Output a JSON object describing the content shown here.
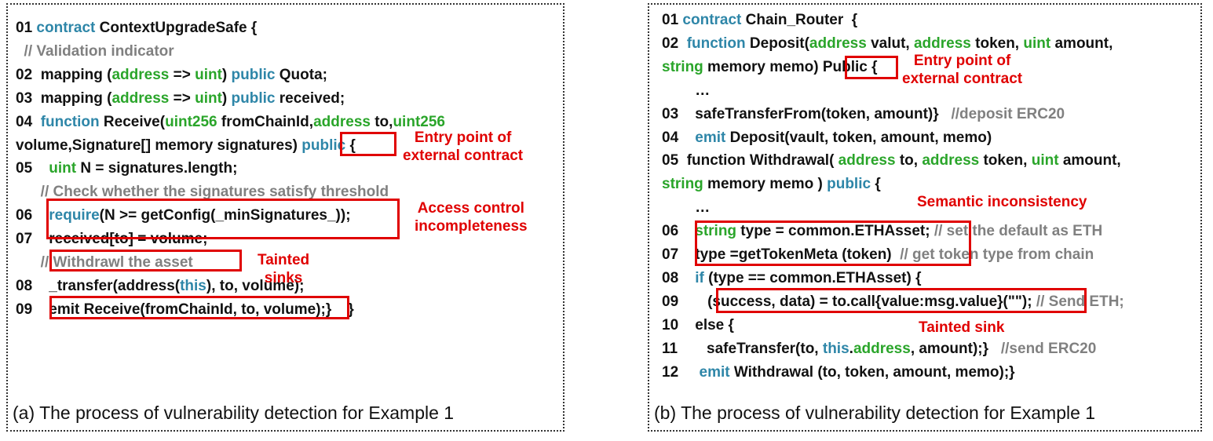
{
  "panel_a": {
    "lines": [
      [
        [
          "01 ",
          ""
        ],
        [
          "contract",
          "kw"
        ],
        [
          " ContextUpgradeSafe {",
          ""
        ]
      ],
      [
        [
          "  // Validation indicator",
          "cm"
        ]
      ],
      [
        [
          "02  mapping (",
          ""
        ],
        [
          "address",
          "ty"
        ],
        [
          " => ",
          ""
        ],
        [
          "uint",
          "ty"
        ],
        [
          ") ",
          ""
        ],
        [
          "public",
          "kw"
        ],
        [
          " Quota;",
          ""
        ]
      ],
      [
        [
          "03  mapping (",
          ""
        ],
        [
          "address",
          "ty"
        ],
        [
          " => ",
          ""
        ],
        [
          "uint",
          "ty"
        ],
        [
          ") ",
          ""
        ],
        [
          "public",
          "kw"
        ],
        [
          " received;",
          ""
        ]
      ],
      [
        [
          "04  ",
          ""
        ],
        [
          "function",
          "kw"
        ],
        [
          " Receive(",
          ""
        ],
        [
          "uint256",
          "ty"
        ],
        [
          " fromChainId,",
          ""
        ],
        [
          "address",
          "ty"
        ],
        [
          " to,",
          ""
        ],
        [
          "uint256",
          "ty"
        ]
      ],
      [
        [
          "volume,Signature[] memory signatures) ",
          ""
        ],
        [
          "public",
          "kw"
        ],
        [
          " {",
          ""
        ]
      ],
      [
        [
          "05    ",
          ""
        ],
        [
          "uint",
          "ty"
        ],
        [
          " N = signatures.length;",
          ""
        ]
      ],
      [
        [
          "      // Check whether the signatures satisfy threshold",
          "cm"
        ]
      ],
      [
        [
          "06    ",
          ""
        ],
        [
          "require",
          "kw"
        ],
        [
          "(N >= getConfig(_minSignatures_));",
          ""
        ]
      ],
      [
        [
          "07    received[to] = volume;",
          ""
        ]
      ],
      [
        [
          "      // Withdrawl the asset",
          "cm"
        ]
      ],
      [
        [
          "08    _transfer(address(",
          ""
        ],
        [
          "this",
          "kw"
        ],
        [
          "), to, volume);",
          ""
        ]
      ],
      [
        [
          "09    emit Receive(fromChainId, to, volume);}    }",
          ""
        ]
      ]
    ],
    "annotations": [
      "Entry point of\nexternal contract",
      "Access control\nincompleteness",
      "Tainted\nsinks"
    ],
    "caption": "(a) The process of vulnerability detection for Example 1"
  },
  "panel_b": {
    "lines": [
      [
        [
          "01 ",
          ""
        ],
        [
          "contract",
          "kw"
        ],
        [
          " Chain_Router  {",
          ""
        ]
      ],
      [
        [
          "02  ",
          ""
        ],
        [
          "function",
          "kw"
        ],
        [
          " Deposit(",
          ""
        ],
        [
          "address",
          "ty"
        ],
        [
          " valut, ",
          ""
        ],
        [
          "address",
          "ty"
        ],
        [
          " token, ",
          ""
        ],
        [
          "uint",
          "ty"
        ],
        [
          " amount,",
          ""
        ]
      ],
      [
        [
          "string",
          "ty"
        ],
        [
          " memory memo) Public {",
          ""
        ]
      ],
      [
        [
          "        …",
          ""
        ]
      ],
      [
        [
          "03    safeTransferFrom(token, amount)}   ",
          ""
        ],
        [
          "//deposit ERC20",
          "cm"
        ]
      ],
      [
        [
          "04    ",
          ""
        ],
        [
          "emit",
          "kw"
        ],
        [
          " Deposit(vault, token, amount, memo)",
          ""
        ]
      ],
      [
        [
          "05  function Withdrawal( ",
          ""
        ],
        [
          "address",
          "ty"
        ],
        [
          " to, ",
          ""
        ],
        [
          "address",
          "ty"
        ],
        [
          " token, ",
          ""
        ],
        [
          "uint",
          "ty"
        ],
        [
          " amount,",
          ""
        ]
      ],
      [
        [
          "string",
          "ty"
        ],
        [
          " memory memo ) ",
          ""
        ],
        [
          "public",
          "kw"
        ],
        [
          " {",
          ""
        ]
      ],
      [
        [
          "        …",
          ""
        ]
      ],
      [
        [
          "06    ",
          ""
        ],
        [
          "string",
          "ty"
        ],
        [
          " type = common.ETHAsset; ",
          ""
        ],
        [
          "// set the default as ETH",
          "cm"
        ]
      ],
      [
        [
          "07    type =getTokenMeta (token)  ",
          ""
        ],
        [
          "// get token type from chain",
          "cm"
        ]
      ],
      [
        [
          "08    ",
          ""
        ],
        [
          "if",
          "kw"
        ],
        [
          " (type == common.ETHAsset) {",
          ""
        ]
      ],
      [
        [
          "09       (success, data) = to.call{value:msg.value}(\"\"); ",
          ""
        ],
        [
          "// Send ETH;",
          "cm"
        ]
      ],
      [
        [
          "10    else {",
          ""
        ]
      ],
      [
        [
          "11       safeTransfer(to, ",
          ""
        ],
        [
          "this",
          "kw"
        ],
        [
          ".",
          ""
        ],
        [
          "address",
          "ty"
        ],
        [
          ", amount);}   ",
          ""
        ],
        [
          "//send ERC20",
          "cm"
        ]
      ],
      [
        [
          "12     ",
          ""
        ],
        [
          "emit",
          "kw"
        ],
        [
          " Withdrawal (to, token, amount, memo);}",
          ""
        ]
      ]
    ],
    "annotations": [
      "Entry point of\nexternal contract",
      "Semantic inconsistency",
      "Tainted sink"
    ],
    "caption": "(b) The process of vulnerability detection for Example 1"
  }
}
